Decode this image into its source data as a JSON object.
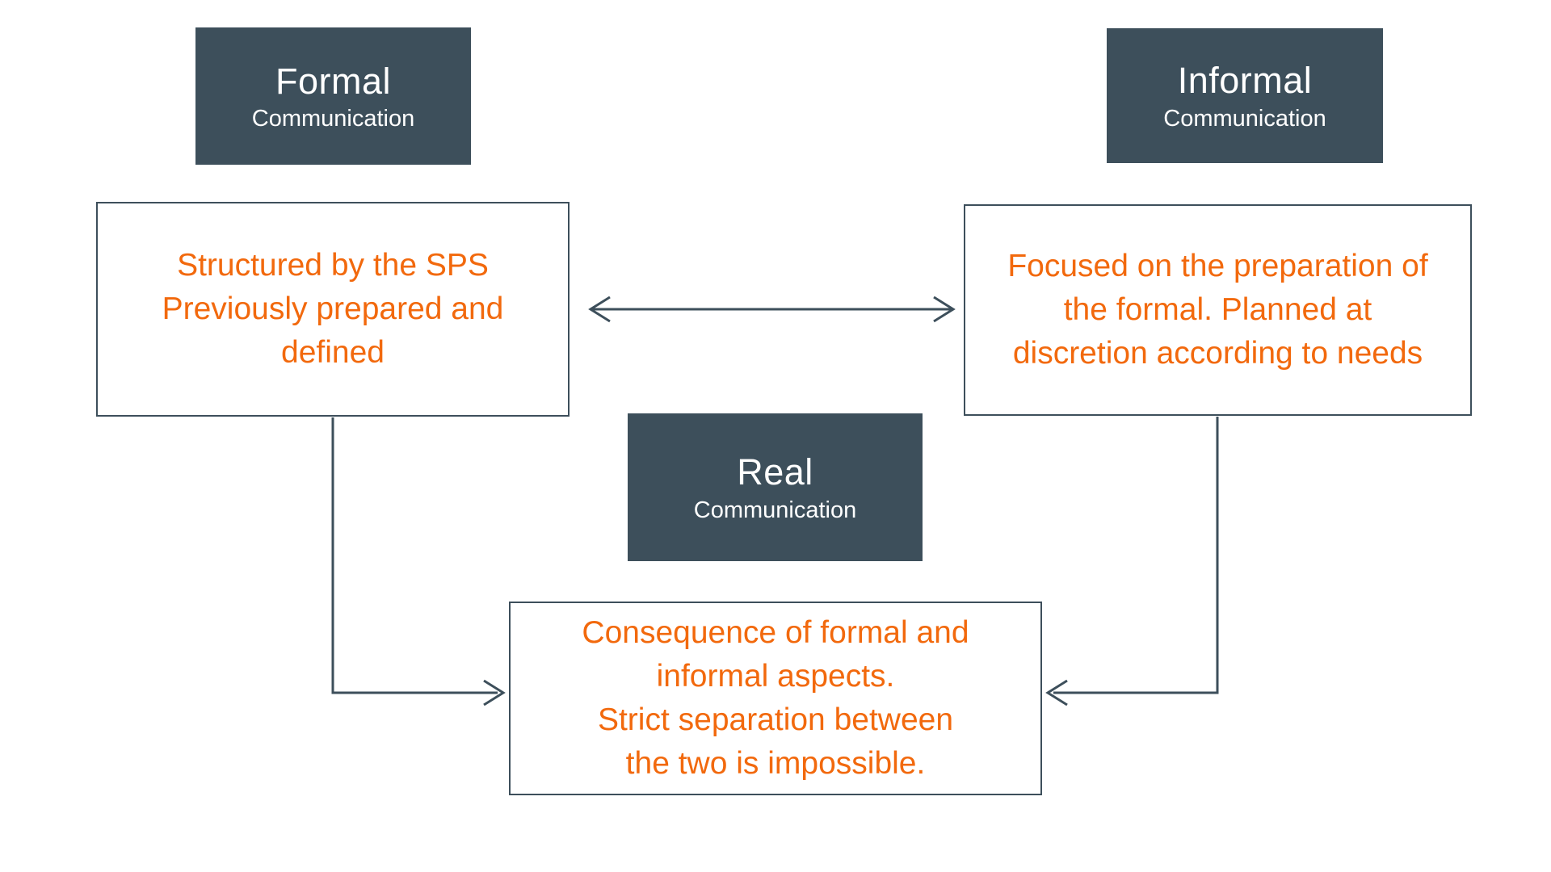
{
  "colors": {
    "slate": "#3D4F5B",
    "orange": "#F2690D",
    "background": "#FFFFFF",
    "box_text": "#FFFFFF"
  },
  "nodes": {
    "formal": {
      "title": "Formal",
      "subtitle": "Communication"
    },
    "informal": {
      "title": "Informal",
      "subtitle": "Communication"
    },
    "real": {
      "title": "Real",
      "subtitle": "Communication"
    },
    "formal_detail": {
      "lines": [
        "Structured by the SPS",
        "Previously prepared and",
        "defined"
      ]
    },
    "informal_detail": {
      "lines": [
        "Focused on the preparation of",
        "the formal. Planned at",
        "discretion according to needs"
      ]
    },
    "real_detail": {
      "lines": [
        "Consequence of formal and",
        "informal aspects.",
        "Strict separation between",
        "the two is impossible."
      ]
    }
  },
  "connectors": {
    "formal_informal": "double-headed arrow between formal detail and informal detail",
    "formal_to_real": "elbow arrow from formal detail into real detail",
    "informal_to_real": "elbow arrow from informal detail into real detail"
  }
}
